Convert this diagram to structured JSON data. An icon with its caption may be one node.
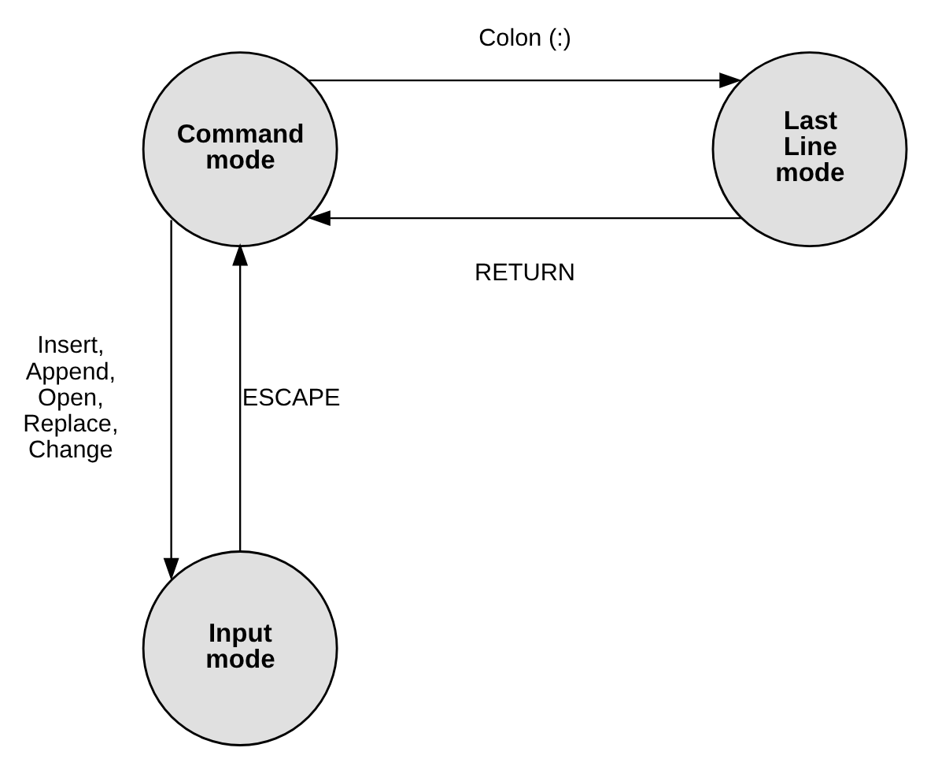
{
  "diagram": {
    "nodes": [
      {
        "text": [
          "Command mode"
        ]
      },
      {
        "text": [
          "Last Line mode"
        ]
      },
      {
        "text": [
          "Input mode"
        ]
      }
    ],
    "edges": [
      {
        "from": 0,
        "to": 1,
        "arrow": "to",
        "label": "Colon (:)"
      },
      {
        "from": 1,
        "to": 0,
        "arrow": "to",
        "label": "RETURN"
      },
      {
        "from": 0,
        "to": 2,
        "arrow": "to",
        "label": "Insert, Append, Open, Replace, Change"
      },
      {
        "from": 2,
        "to": 0,
        "arrow": "to",
        "label": "ESCAPE"
      }
    ]
  }
}
